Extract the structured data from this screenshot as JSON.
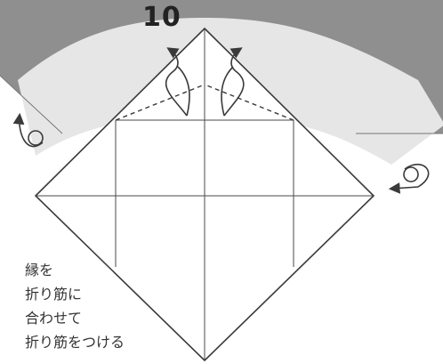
{
  "step": {
    "number": "10"
  },
  "instruction": {
    "lines": [
      "縁を",
      "折り筋に",
      "合わせて",
      "折り筋をつける"
    ]
  },
  "icons": {
    "left_rotate": "rotate-ccw-icon",
    "right_rotate": "rotate-cw-icon",
    "fold_left": "fold-arrow-icon",
    "fold_right": "fold-arrow-icon"
  },
  "colors": {
    "background_paper": "#8f8f8f",
    "light_band": "#e6e6e6",
    "paper_face": "#ffffff",
    "line": "#3a3a3a"
  }
}
